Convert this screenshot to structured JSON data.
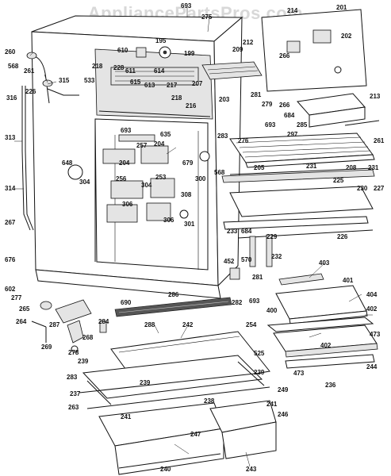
{
  "watermark": "AppliancePartsPros.com",
  "callouts": [
    {
      "id": "l693a",
      "text": "693"
    },
    {
      "id": "l275",
      "text": "275"
    },
    {
      "id": "l214",
      "text": "214"
    },
    {
      "id": "l201",
      "text": "201"
    },
    {
      "id": "l260",
      "text": "260"
    },
    {
      "id": "l212",
      "text": "212"
    },
    {
      "id": "l202",
      "text": "202"
    },
    {
      "id": "l195",
      "text": "195"
    },
    {
      "id": "l610",
      "text": "610"
    },
    {
      "id": "l209",
      "text": "209"
    },
    {
      "id": "l568a",
      "text": "568"
    },
    {
      "id": "l261a",
      "text": "261"
    },
    {
      "id": "l218",
      "text": "218"
    },
    {
      "id": "l228",
      "text": "228"
    },
    {
      "id": "l199",
      "text": "199"
    },
    {
      "id": "l266a",
      "text": "266"
    },
    {
      "id": "l611",
      "text": "611"
    },
    {
      "id": "l614",
      "text": "614"
    },
    {
      "id": "l315",
      "text": "315"
    },
    {
      "id": "l316",
      "text": "316"
    },
    {
      "id": "l226",
      "text": "226"
    },
    {
      "id": "l533",
      "text": "533"
    },
    {
      "id": "l615",
      "text": "615"
    },
    {
      "id": "l613",
      "text": "613"
    },
    {
      "id": "l217",
      "text": "217"
    },
    {
      "id": "l207",
      "text": "207"
    },
    {
      "id": "l218b",
      "text": "218"
    },
    {
      "id": "l213",
      "text": "213"
    },
    {
      "id": "l216",
      "text": "216"
    },
    {
      "id": "l203",
      "text": "203"
    },
    {
      "id": "l281",
      "text": "281"
    },
    {
      "id": "l279",
      "text": "279"
    },
    {
      "id": "l266b",
      "text": "266"
    },
    {
      "id": "l684a",
      "text": "684"
    },
    {
      "id": "l693b",
      "text": "693"
    },
    {
      "id": "l285",
      "text": "285"
    },
    {
      "id": "l297",
      "text": "297"
    },
    {
      "id": "l693c",
      "text": "693"
    },
    {
      "id": "l635",
      "text": "635"
    },
    {
      "id": "l283",
      "text": "283"
    },
    {
      "id": "l276",
      "text": "276"
    },
    {
      "id": "l261b",
      "text": "261"
    },
    {
      "id": "l313",
      "text": "313"
    },
    {
      "id": "l257",
      "text": "257"
    },
    {
      "id": "l204a",
      "text": "204"
    },
    {
      "id": "l205",
      "text": "205"
    },
    {
      "id": "l231a",
      "text": "231"
    },
    {
      "id": "l208",
      "text": "208"
    },
    {
      "id": "l231b",
      "text": "231"
    },
    {
      "id": "l648",
      "text": "648"
    },
    {
      "id": "l204b",
      "text": "204"
    },
    {
      "id": "l679",
      "text": "679"
    },
    {
      "id": "l568b",
      "text": "568"
    },
    {
      "id": "l256",
      "text": "256"
    },
    {
      "id": "l304a",
      "text": "304"
    },
    {
      "id": "l253",
      "text": "253"
    },
    {
      "id": "l304b",
      "text": "304"
    },
    {
      "id": "l308",
      "text": "308"
    },
    {
      "id": "l300",
      "text": "300"
    },
    {
      "id": "l225",
      "text": "225"
    },
    {
      "id": "l230",
      "text": "230"
    },
    {
      "id": "l227",
      "text": "227"
    },
    {
      "id": "l314",
      "text": "314"
    },
    {
      "id": "l306a",
      "text": "306"
    },
    {
      "id": "l306b",
      "text": "306"
    },
    {
      "id": "l301",
      "text": "301"
    },
    {
      "id": "l267",
      "text": "267"
    },
    {
      "id": "l229",
      "text": "229"
    },
    {
      "id": "l226b",
      "text": "226"
    },
    {
      "id": "l233",
      "text": "233"
    },
    {
      "id": "l684b",
      "text": "684"
    },
    {
      "id": "l570",
      "text": "570"
    },
    {
      "id": "l232",
      "text": "232"
    },
    {
      "id": "l403",
      "text": "403"
    },
    {
      "id": "l452",
      "text": "452"
    },
    {
      "id": "l676",
      "text": "676"
    },
    {
      "id": "l281b",
      "text": "281"
    },
    {
      "id": "l401",
      "text": "401"
    },
    {
      "id": "l602",
      "text": "602"
    },
    {
      "id": "l277",
      "text": "277"
    },
    {
      "id": "l282",
      "text": "282"
    },
    {
      "id": "l693d",
      "text": "693"
    },
    {
      "id": "l404",
      "text": "404"
    },
    {
      "id": "l286",
      "text": "286"
    },
    {
      "id": "l690",
      "text": "690"
    },
    {
      "id": "l400",
      "text": "400"
    },
    {
      "id": "l402a",
      "text": "402"
    },
    {
      "id": "l265",
      "text": "265"
    },
    {
      "id": "l264",
      "text": "264"
    },
    {
      "id": "l287",
      "text": "287"
    },
    {
      "id": "l288",
      "text": "288"
    },
    {
      "id": "l254",
      "text": "254"
    },
    {
      "id": "l284",
      "text": "284"
    },
    {
      "id": "l268",
      "text": "268"
    },
    {
      "id": "l473a",
      "text": "473"
    },
    {
      "id": "l269",
      "text": "269"
    },
    {
      "id": "l278",
      "text": "278"
    },
    {
      "id": "l242",
      "text": "242"
    },
    {
      "id": "l525",
      "text": "525"
    },
    {
      "id": "l402b",
      "text": "402"
    },
    {
      "id": "l239a",
      "text": "239"
    },
    {
      "id": "l239b",
      "text": "239"
    },
    {
      "id": "l239c",
      "text": "239"
    },
    {
      "id": "l473b",
      "text": "473"
    },
    {
      "id": "l244",
      "text": "244"
    },
    {
      "id": "l283b",
      "text": "283"
    },
    {
      "id": "l236",
      "text": "236"
    },
    {
      "id": "l237",
      "text": "237"
    },
    {
      "id": "l249",
      "text": "249"
    },
    {
      "id": "l263",
      "text": "263"
    },
    {
      "id": "l238",
      "text": "238"
    },
    {
      "id": "l241a",
      "text": "241"
    },
    {
      "id": "l241b",
      "text": "241"
    },
    {
      "id": "l246",
      "text": "246"
    },
    {
      "id": "l247",
      "text": "247"
    },
    {
      "id": "l240",
      "text": "240"
    },
    {
      "id": "l243",
      "text": "243"
    }
  ]
}
